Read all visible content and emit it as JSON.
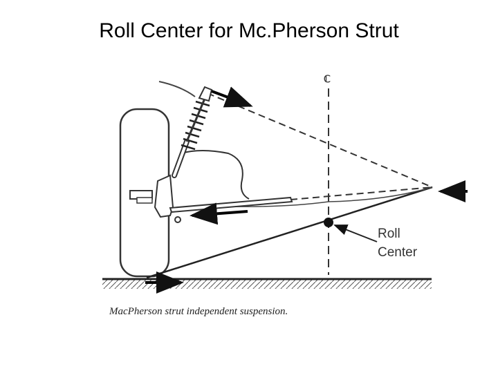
{
  "slide": {
    "title": "Roll Center for Mc.Pherson Strut"
  },
  "diagram": {
    "centerline_label": "ℂ",
    "roll_center_label_line1": "Roll",
    "roll_center_label_line2": "Center",
    "caption": "MacPherson strut independent suspension.",
    "force_arrows": [
      "strut-top-arrow",
      "lower-arm-arrow",
      "contact-patch-arrow",
      "instant-center-arrow"
    ]
  }
}
